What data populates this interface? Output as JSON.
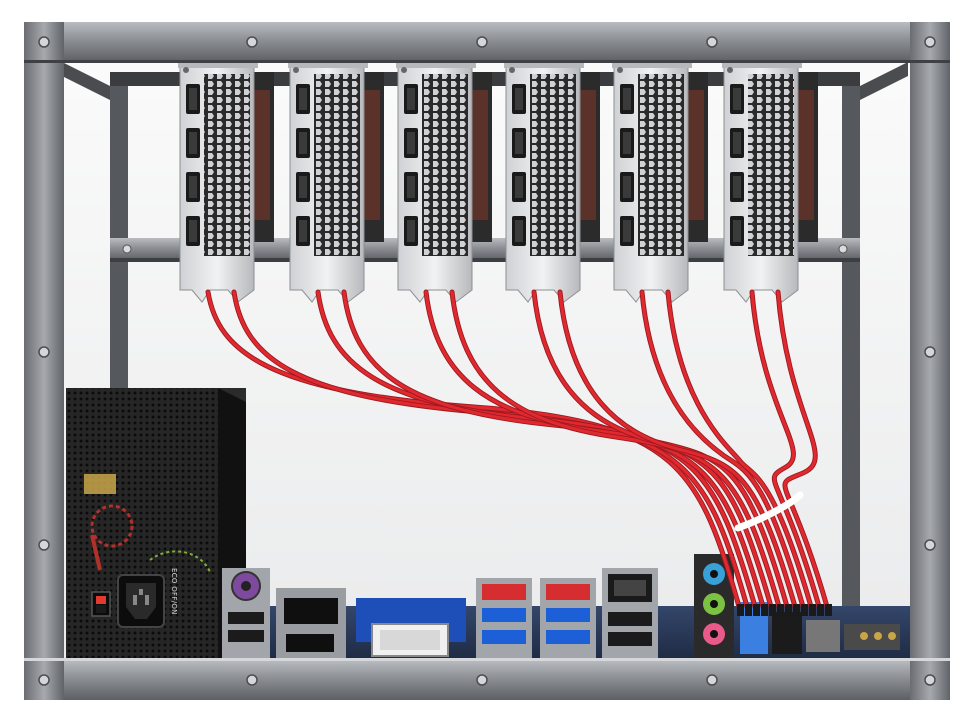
{
  "scene": {
    "subject": "gpu-mining-rig",
    "gpu_count": 6,
    "riser_cable_count": 12,
    "colors": {
      "frame": "#8a8d92",
      "frame_dark": "#5e6166",
      "frame_light": "#b8bbbf",
      "backdrop": "#f2f2f2",
      "riser_cable": "#e0282f",
      "psu_body": "#1e1e1e",
      "motherboard": "#2b3a55"
    }
  },
  "psu": {
    "switch_label": "ECO OFF/ON"
  },
  "icons": [
    "ps2-port-icon",
    "usb-port-icon",
    "hdmi-port-icon",
    "dvi-port-icon",
    "usb3-port-icon",
    "ethernet-port-icon",
    "audio-jack-icon",
    "power-socket-icon",
    "power-switch-icon"
  ]
}
